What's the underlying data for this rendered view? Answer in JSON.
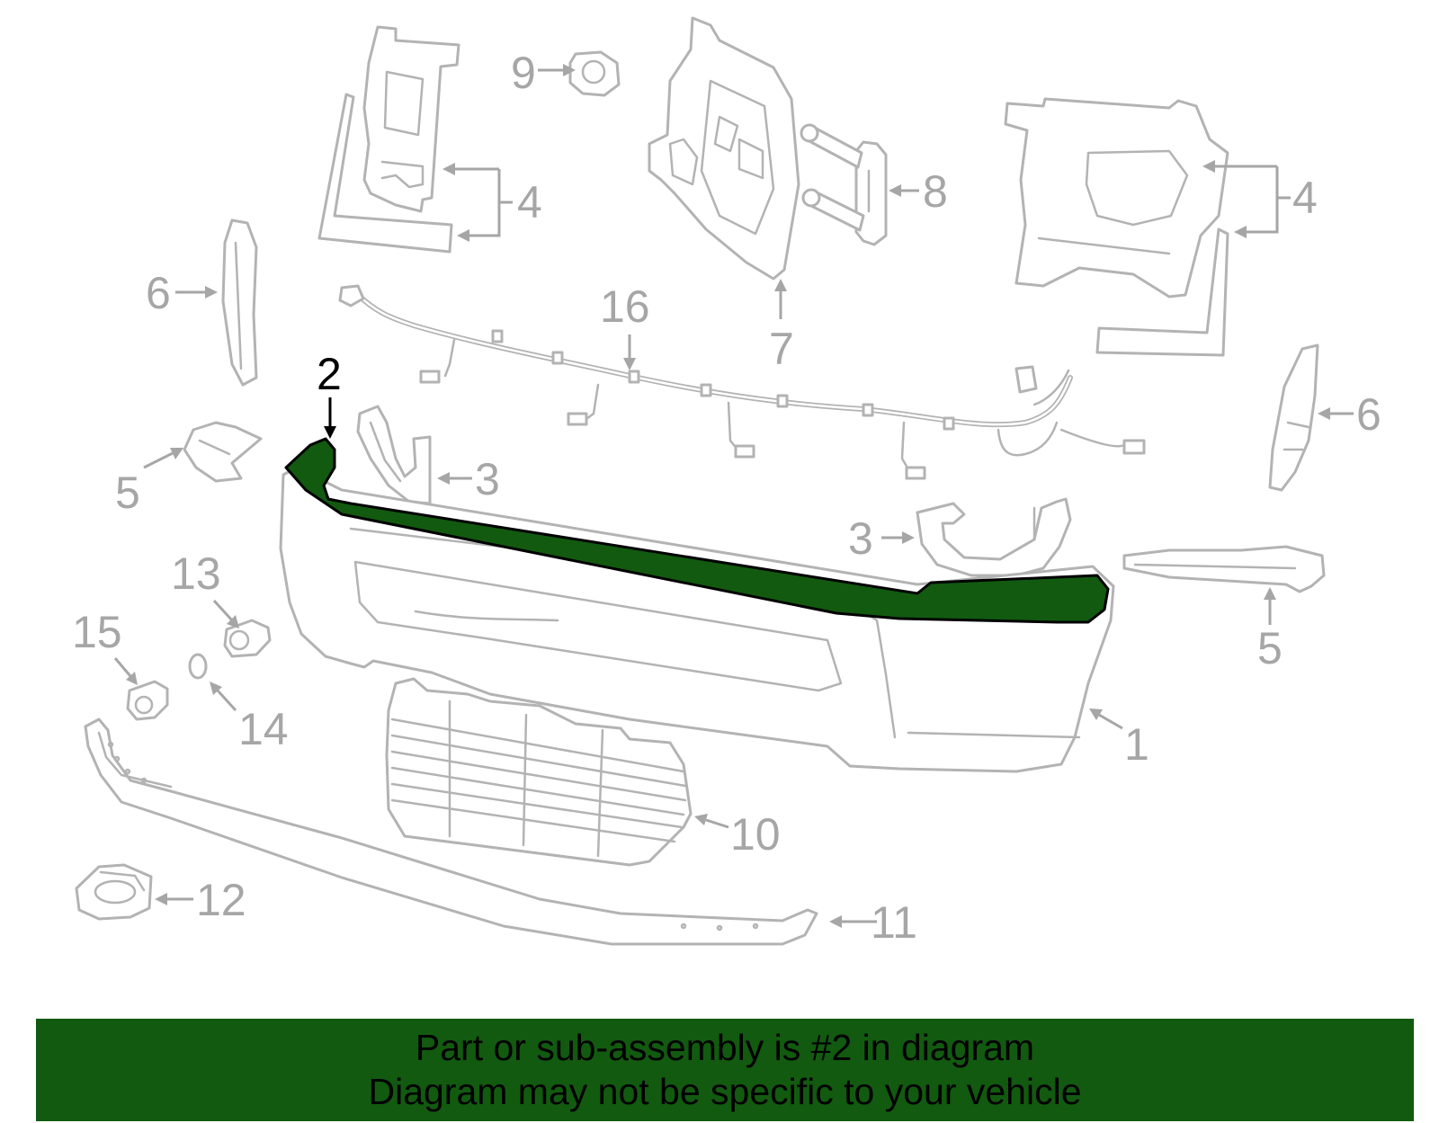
{
  "callouts": {
    "c1": "1",
    "c2": "2",
    "c3a": "3",
    "c3b": "3",
    "c4a": "4",
    "c4b": "4",
    "c5a": "5",
    "c5b": "5",
    "c6a": "6",
    "c6b": "6",
    "c7": "7",
    "c8": "8",
    "c9": "9",
    "c10": "10",
    "c11": "11",
    "c12": "12",
    "c13": "13",
    "c14": "14",
    "c15": "15",
    "c16": "16"
  },
  "highlight": {
    "part_number": "2",
    "color": "#125a10"
  },
  "banner": {
    "line1": "Part or sub-assembly is #2 in diagram",
    "line2": "Diagram may not be specific to your vehicle",
    "background": "#125a10"
  }
}
